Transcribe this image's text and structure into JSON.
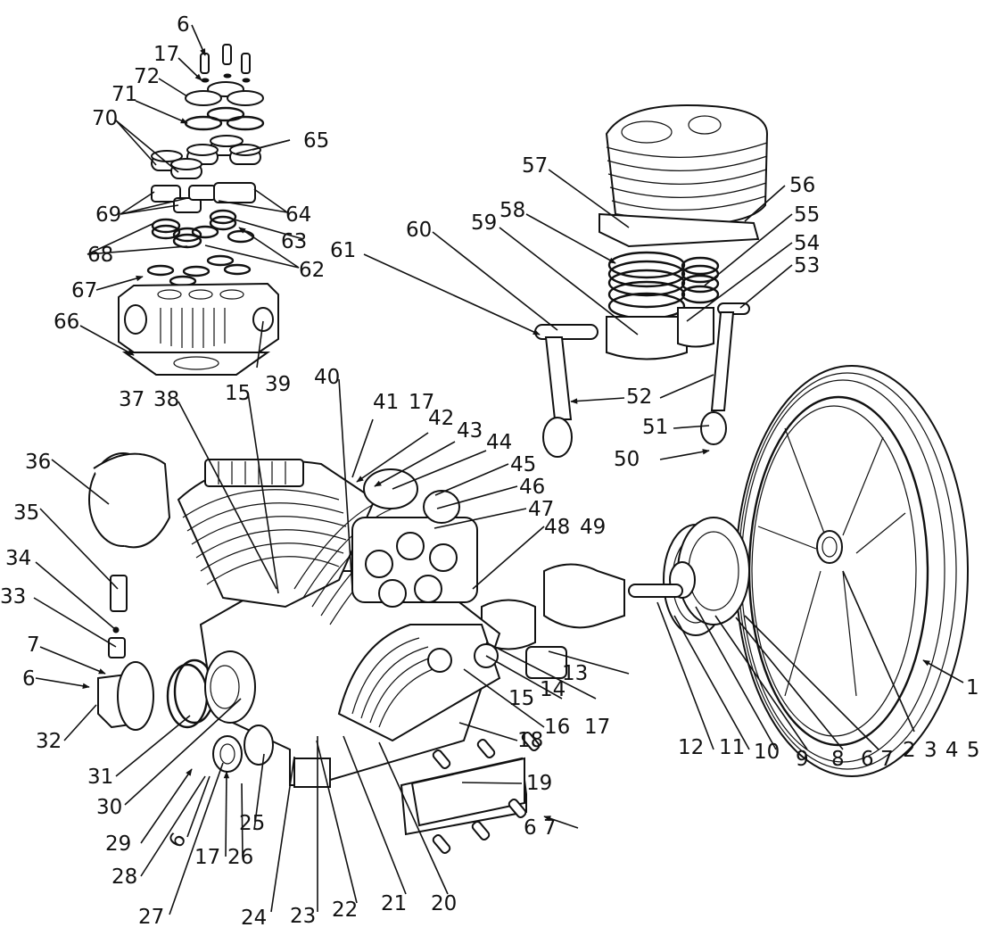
{
  "figure": {
    "title": "Air compressor pump exploded view",
    "line_color": "#111111",
    "background": "#ffffff"
  },
  "callouts": [
    {
      "id": "c1",
      "text": "1",
      "part": "belt-pulley-flywheel"
    },
    {
      "id": "c2345",
      "text": "2 3 4 5",
      "part": "flywheel-fasteners"
    },
    {
      "id": "c67a",
      "text": "6 7",
      "part": "bearing-cover-bolts"
    },
    {
      "id": "c8",
      "text": "8",
      "part": "bearing-cover"
    },
    {
      "id": "c9",
      "text": "9",
      "part": "cover-gasket"
    },
    {
      "id": "c10",
      "text": "10",
      "part": "oil-seal"
    },
    {
      "id": "c11",
      "text": "11",
      "part": "bearing"
    },
    {
      "id": "c12",
      "text": "12",
      "part": "key"
    },
    {
      "id": "c13",
      "text": "13",
      "part": "crankshaft"
    },
    {
      "id": "c14",
      "text": "14",
      "part": "intercooler-pipe"
    },
    {
      "id": "c15a",
      "text": "15",
      "part": "pipe-fitting"
    },
    {
      "id": "c16",
      "text": "16",
      "part": "nut"
    },
    {
      "id": "c17a",
      "text": "17",
      "part": "washer"
    },
    {
      "id": "c18",
      "text": "18",
      "part": "base-cover-gasket"
    },
    {
      "id": "c19",
      "text": "19",
      "part": "base-cover"
    },
    {
      "id": "c67b",
      "text": "6 7",
      "part": "base-cover-bolts"
    },
    {
      "id": "c20",
      "text": "20",
      "part": "stud"
    },
    {
      "id": "c21",
      "text": "21",
      "part": "oil-drain-plug"
    },
    {
      "id": "c22",
      "text": "22",
      "part": "drain-washer"
    },
    {
      "id": "c23",
      "text": "23",
      "part": "oil-fill-plug"
    },
    {
      "id": "c24",
      "text": "24",
      "part": "crankcase"
    },
    {
      "id": "c25",
      "text": "25",
      "part": "sight-glass-gasket"
    },
    {
      "id": "c26",
      "text": "26",
      "part": "oil-sight-glass"
    },
    {
      "id": "c17b",
      "text": "17",
      "part": "washer"
    },
    {
      "id": "c27",
      "text": "27",
      "part": "bolt"
    },
    {
      "id": "c6a",
      "text": "6",
      "part": "bolt"
    },
    {
      "id": "c28",
      "text": "28",
      "part": "breather-plug"
    },
    {
      "id": "c29",
      "text": "29",
      "part": "bolt"
    },
    {
      "id": "c30",
      "text": "30",
      "part": "bearing-housing"
    },
    {
      "id": "c31",
      "text": "31",
      "part": "o-ring"
    },
    {
      "id": "c32",
      "text": "32",
      "part": "breather-block"
    },
    {
      "id": "c6b",
      "text": "6",
      "part": "bolt"
    },
    {
      "id": "c7",
      "text": "7",
      "part": "washer"
    },
    {
      "id": "c33",
      "text": "33",
      "part": "connector"
    },
    {
      "id": "c34",
      "text": "34",
      "part": "check-ball"
    },
    {
      "id": "c35",
      "text": "35",
      "part": "breather-tube"
    },
    {
      "id": "c36",
      "text": "36",
      "part": "air-filter"
    },
    {
      "id": "c37",
      "text": "37",
      "part": "low-pressure-cylinder"
    },
    {
      "id": "c38",
      "text": "38",
      "part": "cylinder-gasket"
    },
    {
      "id": "c15b",
      "text": "15",
      "part": "pipe-fitting"
    },
    {
      "id": "c39",
      "text": "39",
      "part": "cylinder-head"
    },
    {
      "id": "c40",
      "text": "40",
      "part": "head-gasket"
    },
    {
      "id": "c41",
      "text": "41",
      "part": "bolt"
    },
    {
      "id": "c17c",
      "text": "17",
      "part": "washer"
    },
    {
      "id": "c42",
      "text": "42",
      "part": "stud"
    },
    {
      "id": "c43",
      "text": "43",
      "part": "elbow"
    },
    {
      "id": "c44",
      "text": "44",
      "part": "manifold"
    },
    {
      "id": "c45",
      "text": "45",
      "part": "union-nut"
    },
    {
      "id": "c46",
      "text": "46",
      "part": "ferrule"
    },
    {
      "id": "c47",
      "text": "47",
      "part": "fitting"
    },
    {
      "id": "c48",
      "text": "48",
      "part": "valve-cap"
    },
    {
      "id": "c49",
      "text": "49",
      "part": "high-pressure-head"
    },
    {
      "id": "c50",
      "text": "50",
      "part": "rod-bolt"
    },
    {
      "id": "c51",
      "text": "51",
      "part": "rod-cap"
    },
    {
      "id": "c52",
      "text": "52",
      "part": "connecting-rod"
    },
    {
      "id": "c53",
      "text": "53",
      "part": "piston-pin"
    },
    {
      "id": "c54",
      "text": "54",
      "part": "small-piston"
    },
    {
      "id": "c55",
      "text": "55",
      "part": "small-piston-rings"
    },
    {
      "id": "c56",
      "text": "56",
      "part": "cylinder-base-gasket"
    },
    {
      "id": "c57",
      "text": "57",
      "part": "high-pressure-cylinder"
    },
    {
      "id": "c58",
      "text": "58",
      "part": "large-piston-rings"
    },
    {
      "id": "c59",
      "text": "59",
      "part": "large-piston"
    },
    {
      "id": "c60",
      "text": "60",
      "part": "piston-pin"
    },
    {
      "id": "c61",
      "text": "61",
      "part": "circlip"
    },
    {
      "id": "c62",
      "text": "62",
      "part": "valve-springs"
    },
    {
      "id": "c63",
      "text": "63",
      "part": "valve-assembly"
    },
    {
      "id": "c64",
      "text": "64",
      "part": "valve-seat"
    },
    {
      "id": "c65",
      "text": "65",
      "part": "valve-retainer"
    },
    {
      "id": "c66",
      "text": "66",
      "part": "head-base-gasket"
    },
    {
      "id": "c67",
      "text": "67",
      "part": "valve-gaskets"
    },
    {
      "id": "c68",
      "text": "68",
      "part": "valve-plates"
    },
    {
      "id": "c69",
      "text": "69",
      "part": "valve-cages"
    },
    {
      "id": "c70",
      "text": "70",
      "part": "valve-caps"
    },
    {
      "id": "c71",
      "text": "71",
      "part": "cap-gaskets"
    },
    {
      "id": "c72",
      "text": "72",
      "part": "cover-plates"
    },
    {
      "id": "c17d",
      "text": "17",
      "part": "washer"
    },
    {
      "id": "c6c",
      "text": "6",
      "part": "bolt"
    }
  ]
}
